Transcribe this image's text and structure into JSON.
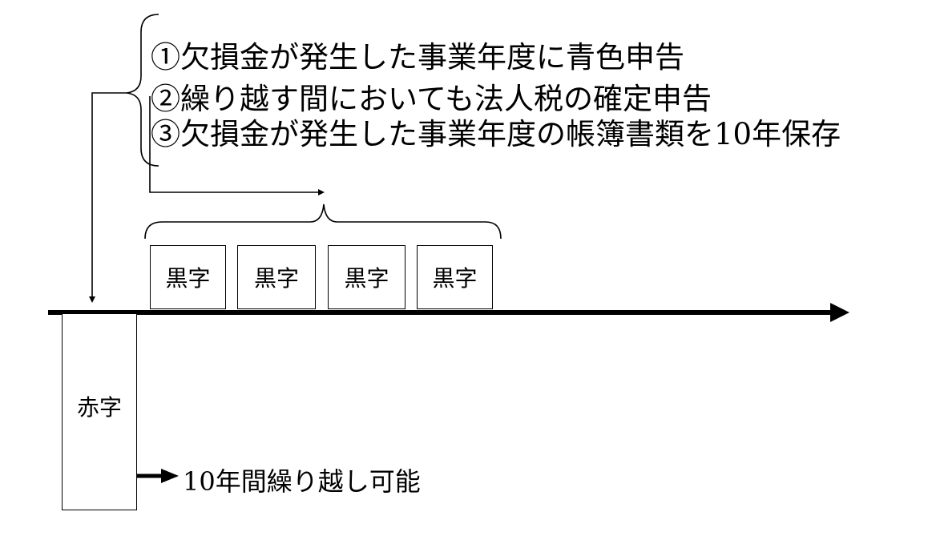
{
  "conditions": [
    "①欠損金が発生した事業年度に青色申告",
    "②繰り越す間においても法人税の確定申告",
    "③欠損金が発生した事業年度の帳簿書類を10年保存"
  ],
  "profit_years": [
    "黒字",
    "黒字",
    "黒字",
    "黒字"
  ],
  "deficit_year": "赤字",
  "carryforward_label": "10年間繰り越し可能"
}
